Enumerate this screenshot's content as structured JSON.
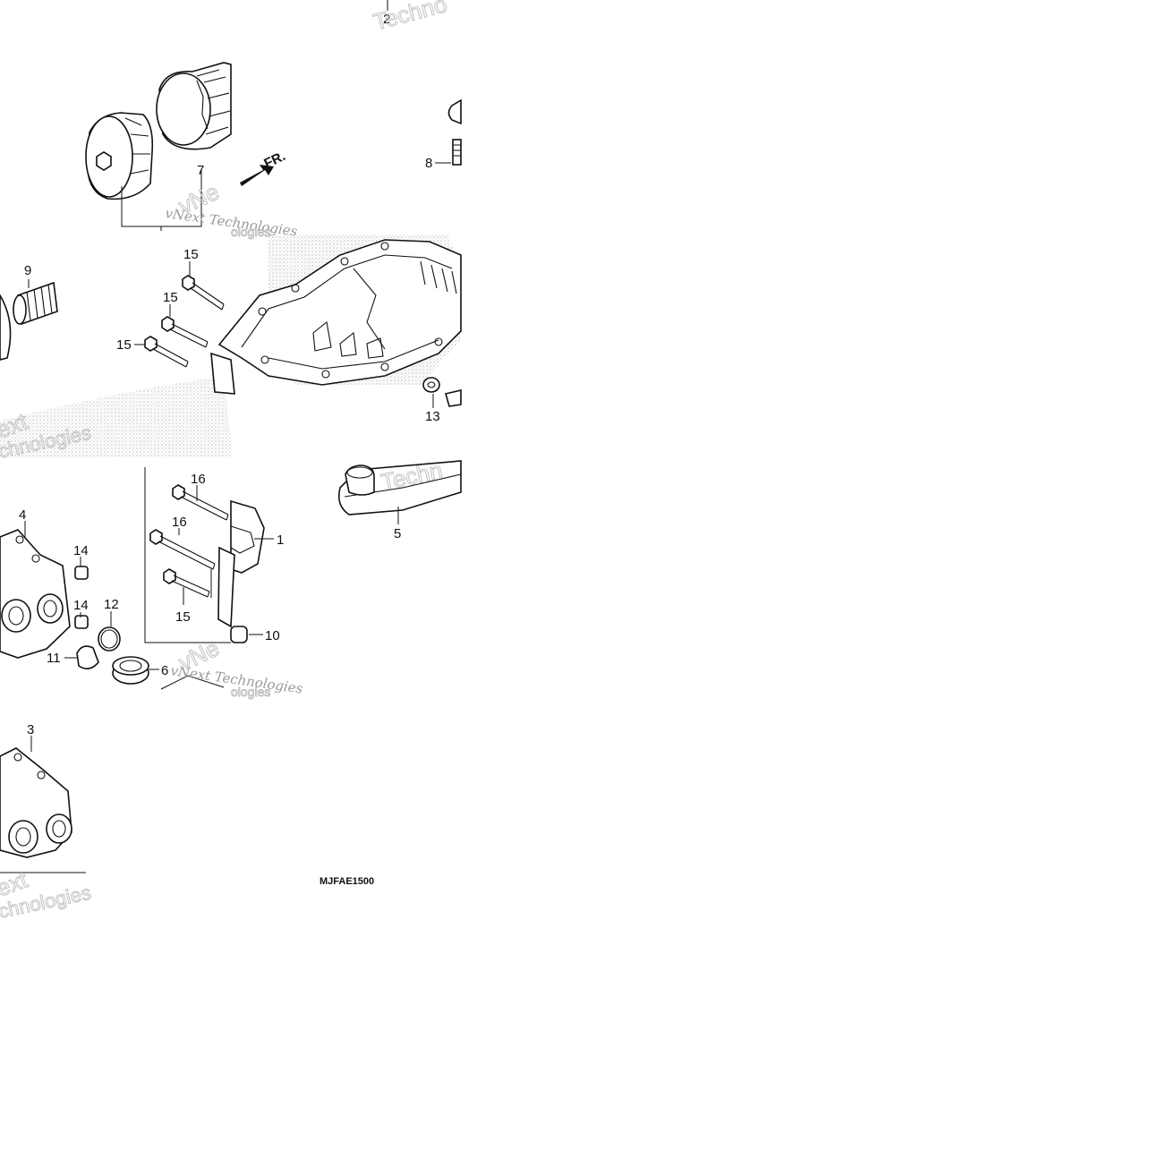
{
  "diagram": {
    "drawing_code": "MJFAE1500",
    "callouts": [
      "1",
      "2",
      "3",
      "4",
      "5",
      "6",
      "7",
      "8",
      "9",
      "10",
      "11",
      "12",
      "13",
      "14",
      "15",
      "16"
    ],
    "direction_mark": "FR.",
    "watermark": {
      "line1": "vNext Technologies",
      "fragments": [
        "Techno",
        "ext",
        "chnologies",
        "vNe",
        "ologies",
        "Techn"
      ]
    }
  }
}
